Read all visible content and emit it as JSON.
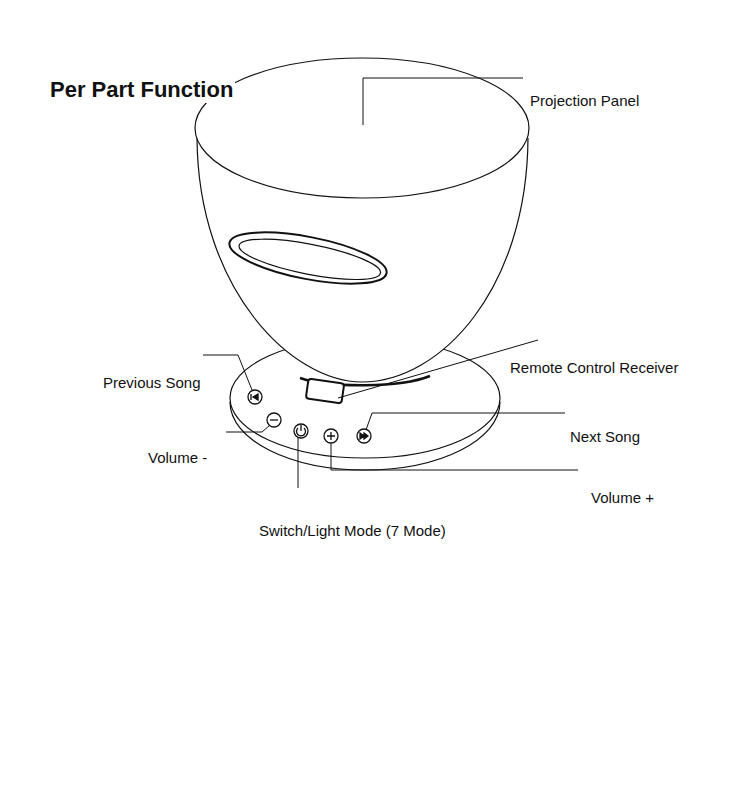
{
  "diagram": {
    "title": "Per Part Function",
    "labels": [
      "Projection Panel",
      "Remote Control Receiver",
      "Previous Song",
      "Next Song",
      "Volume -",
      "Volume +",
      "Switch/Light Mode (7 Mode)"
    ]
  }
}
